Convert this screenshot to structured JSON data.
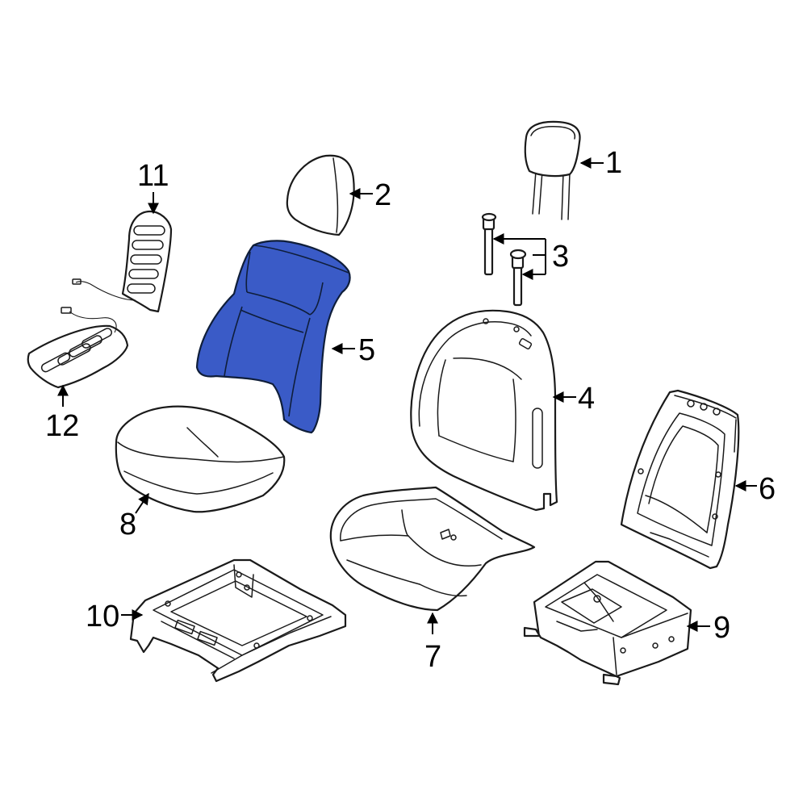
{
  "diagram": {
    "highlight_color": "#3a5bc7",
    "highlighted_callout": "5",
    "callouts": {
      "c1": "1",
      "c2": "2",
      "c3": "3",
      "c4": "4",
      "c5": "5",
      "c6": "6",
      "c7": "7",
      "c8": "8",
      "c9": "9",
      "c10": "10",
      "c11": "11",
      "c12": "12"
    }
  }
}
